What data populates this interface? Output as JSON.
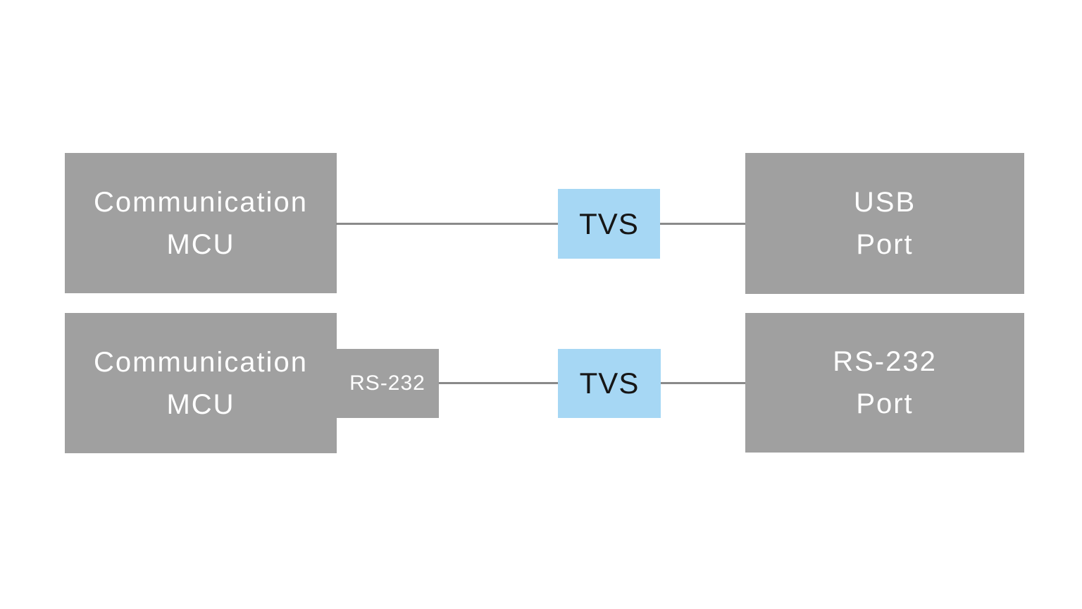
{
  "diagram": {
    "colors": {
      "box_gray": "#A0A0A0",
      "box_blue": "#A6D7F4",
      "line": "#8A8A8A",
      "text_light": "#FFFFFF",
      "text_dark": "#161616",
      "background": "#FFFFFF"
    },
    "rows": [
      {
        "source": {
          "line1": "Communication",
          "line2": "MCU"
        },
        "protector": {
          "label": "TVS"
        },
        "port": {
          "line1": "USB",
          "line2": "Port"
        }
      },
      {
        "source": {
          "line1": "Communication",
          "line2": "MCU"
        },
        "adapter": {
          "label": "RS-232"
        },
        "protector": {
          "label": "TVS"
        },
        "port": {
          "line1": "RS-232",
          "line2": "Port"
        }
      }
    ]
  }
}
